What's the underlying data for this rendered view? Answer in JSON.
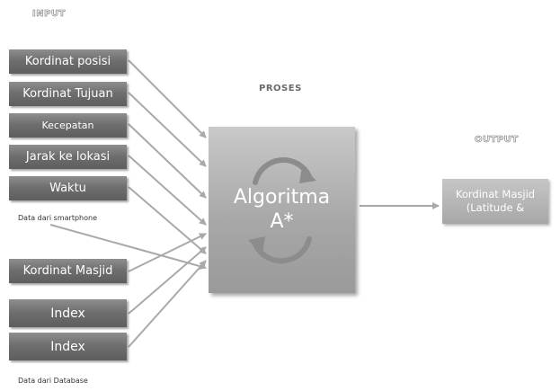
{
  "headings": {
    "input": "INPUT",
    "process": "PROSES",
    "output": "OUTPUT"
  },
  "inputs": [
    "Kordinat posisi",
    "Kordinat Tujuan",
    "Kecepatan",
    "Jarak ke lokasi",
    "Waktu",
    "Kordinat Masjid",
    "Index",
    "Index"
  ],
  "notes": {
    "smartphone": "Data dari smartphone",
    "database": "Data dari Database"
  },
  "process": {
    "line1": "Algoritma",
    "line2": "A*"
  },
  "output": {
    "line1": "Kordinat Masjid",
    "line2": "(Latitude &"
  },
  "colors": {
    "input_box": "#6f6f6f",
    "process_box": "#b0b0b0",
    "output_box": "#b5b5b5",
    "arrows": "#a9a9a9"
  }
}
